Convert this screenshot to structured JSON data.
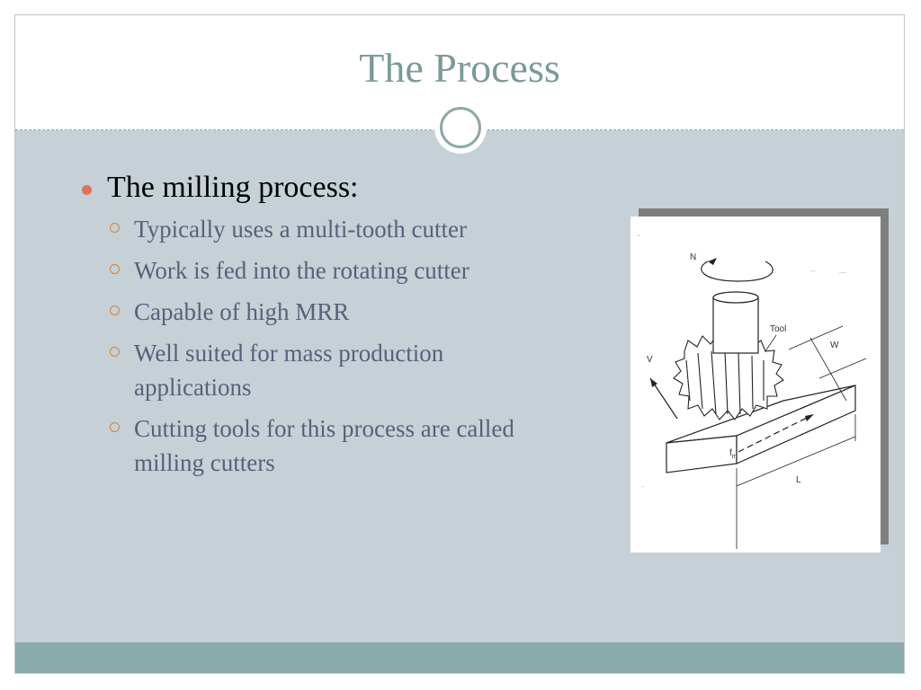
{
  "slide": {
    "title": "The Process",
    "main_bullet": "The milling process:",
    "sub_bullets": [
      "Typically uses a multi-tooth cutter",
      "Work is fed into the rotating cutter",
      "Capable of high MRR",
      "Well suited for mass production applications",
      "Cutting tools for this process are called milling cutters"
    ]
  },
  "figure": {
    "labels": {
      "n": "N",
      "tool": "Tool",
      "w": "W",
      "v": "V",
      "fm": "f",
      "fm_sub": "m",
      "l": "L"
    }
  },
  "colors": {
    "title": "#7a9a99",
    "body_background": "#c5d1d7",
    "footer": "#8aabab",
    "bullet_dot": "#e07256",
    "sub_bullet_ring": "#d4862a",
    "sub_bullet_text": "#59607a"
  }
}
